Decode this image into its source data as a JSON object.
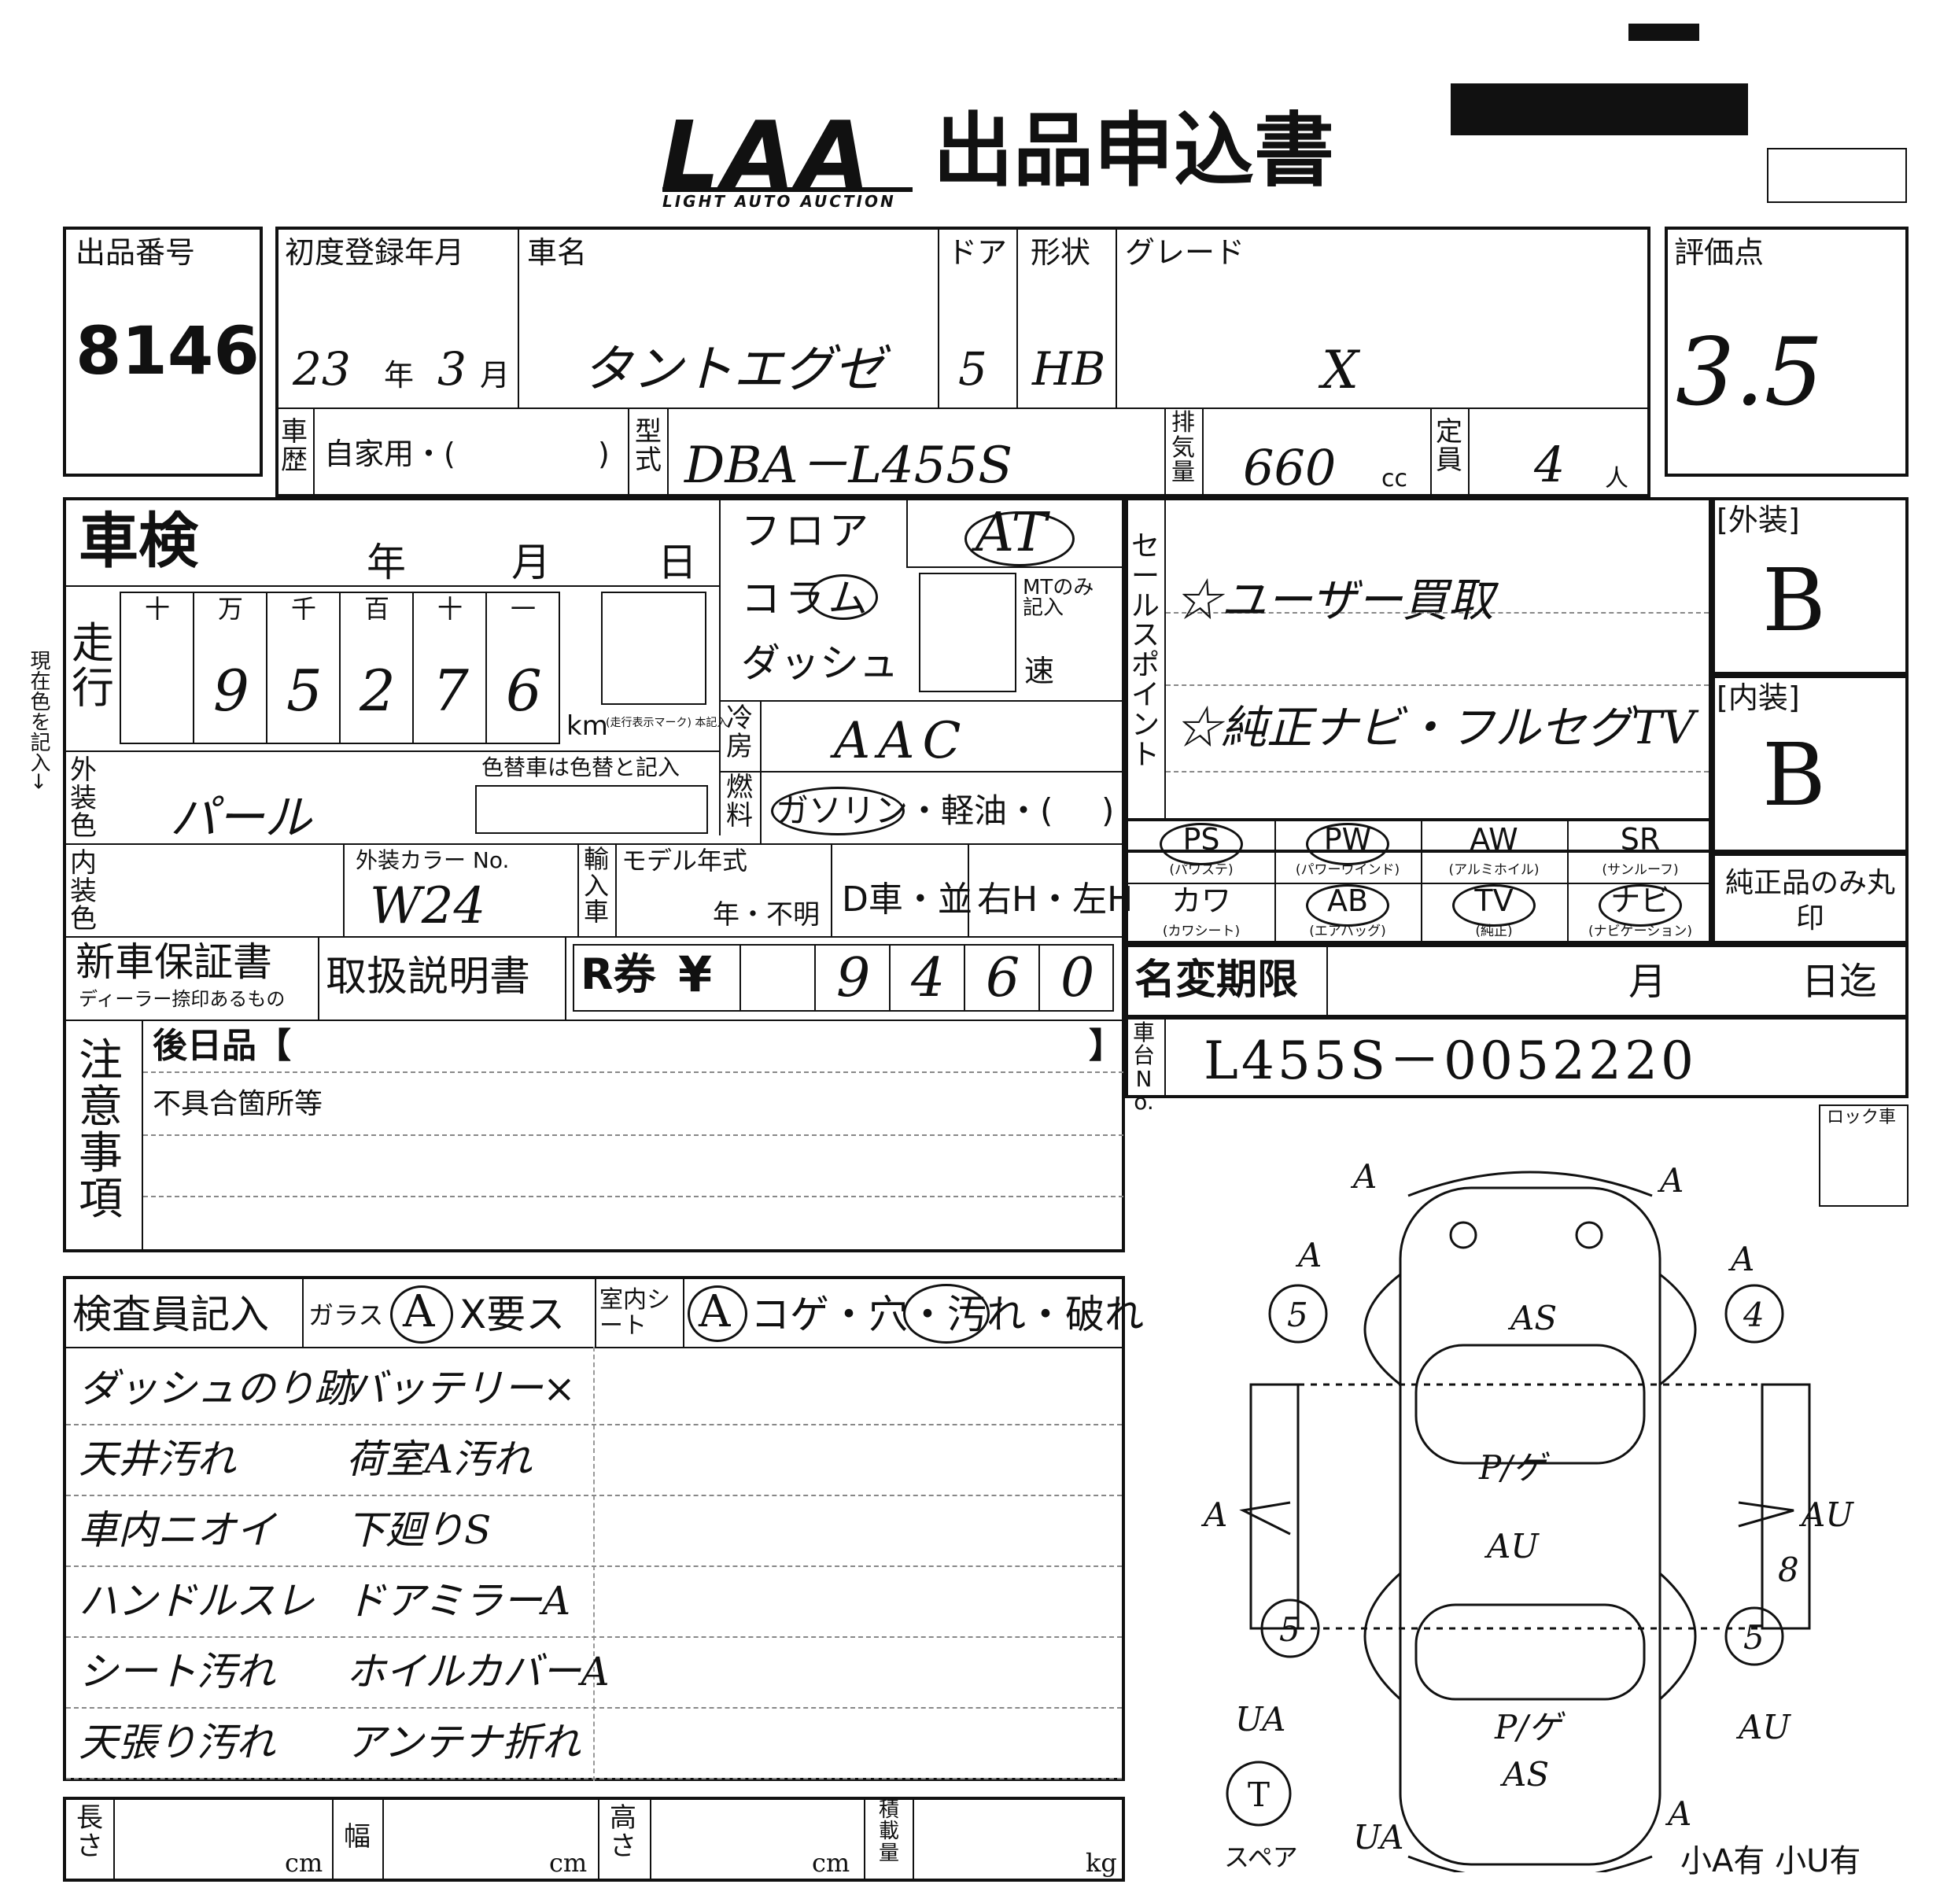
{
  "header": {
    "logo_text": "LAA",
    "logo_sub": "LIGHT AUTO AUCTION",
    "title": "出品申込書"
  },
  "lot": {
    "label": "出品番号",
    "value": "8146"
  },
  "registration": {
    "label": "初度登録年月",
    "year": "23",
    "year_unit": "年",
    "month": "3",
    "month_unit": "月"
  },
  "car_name": {
    "label": "車名",
    "value": "タントエグゼ"
  },
  "doors": {
    "label": "ドア",
    "value": "5"
  },
  "shape": {
    "label": "形状",
    "value": "HB"
  },
  "grade": {
    "label": "グレード",
    "value": "X"
  },
  "score": {
    "label": "評価点",
    "value": "3.5"
  },
  "history": {
    "label": "車歴",
    "value": "自家用・(",
    "close": ")"
  },
  "model": {
    "label": "型式",
    "value": "DBA－L455S"
  },
  "displacement": {
    "label": "排気量",
    "value": "660",
    "unit": "cc"
  },
  "capacity": {
    "label": "定員",
    "value": "4",
    "unit": "人"
  },
  "inspection": {
    "label": "車検",
    "year": "年",
    "month": "月",
    "day": "日"
  },
  "mileage": {
    "label": "走行",
    "digits_labels": [
      "十",
      "万",
      "千",
      "百",
      "十",
      "一"
    ],
    "digits": [
      "",
      "9",
      "5",
      "2",
      "7",
      "6"
    ],
    "unit": "km",
    "unit_note": "(走行表示マーク) 本記入",
    "side_note": "現在色を記入→"
  },
  "shift": {
    "floor": "フロア",
    "column": "コラム",
    "dash": "ダッシュ",
    "value": "AT",
    "mt_label": "MTのみ記入",
    "mt_speed": "速"
  },
  "aircon": {
    "label": "冷房",
    "value": "AAC"
  },
  "fuel": {
    "label": "燃料",
    "value": "ガソリン・軽油・(",
    "close": ")"
  },
  "exterior_color": {
    "label": "外装色",
    "value": "パール",
    "repaint_label": "色替車は色替と記入"
  },
  "color_no": {
    "label": "外装カラー No.",
    "value": "W24"
  },
  "interior_color": {
    "label": "内装色"
  },
  "import": {
    "label": "輸入車",
    "model_year": "モデル年式",
    "year_unknown": "年・不明",
    "dealer": "D車・並",
    "handle": "右H・左H"
  },
  "sales_point": {
    "label": "セールスポイント",
    "lines": [
      "☆ユーザー買取",
      "☆純正ナビ・フルセグTV"
    ]
  },
  "exterior_grade": {
    "label": "[外装]",
    "value": "B"
  },
  "interior_grade": {
    "label": "[内装]",
    "value": "B"
  },
  "equipment": [
    {
      "code": "PS",
      "sub": "(パワステ)"
    },
    {
      "code": "PW",
      "sub": "(パワーウインド)"
    },
    {
      "code": "AW",
      "sub": "(アルミホイル)"
    },
    {
      "code": "SR",
      "sub": "(サンルーフ)"
    },
    {
      "code": "カワ",
      "sub": "(カワシート)"
    },
    {
      "code": "AB",
      "sub": "(エアバッグ)"
    },
    {
      "code": "TV",
      "sub": "(純正)"
    },
    {
      "code": "ナビ",
      "sub": "(ナビゲーション)"
    }
  ],
  "genuine_note": "純正品のみ丸印",
  "docs": {
    "warranty": "新車保証書",
    "warranty_sub": "ディーラー捺印あるもの",
    "manual": "取扱説明書",
    "recycle": "R券",
    "yen": "¥",
    "recycle_digits": [
      "",
      "9",
      "4",
      "6",
      "0"
    ]
  },
  "name_change": {
    "label": "名変期限",
    "month": "月",
    "day": "日迄"
  },
  "chassis": {
    "label": "車台No.",
    "value": "L455S－0052220"
  },
  "notes": {
    "label": "注意事項",
    "later": "後日品【",
    "later_close": "】",
    "defects": "不具合箇所等"
  },
  "lock": {
    "label": "ロック車"
  },
  "inspector": {
    "label": "検査員記入",
    "glass": "ガラス",
    "glass_a": "A",
    "glass_x": "X要ス",
    "seat": "室内シート",
    "seat_a": "A",
    "seat_opts": "コゲ・穴・汚れ・破れ"
  },
  "inspector_notes": {
    "left": [
      "ダッシュのり跡",
      "天井汚れ",
      "車内ニオイ",
      "ハンドルスレ",
      "シート汚れ",
      "天張り汚れ"
    ],
    "right": [
      "バッテリー×",
      "荷室A汚れ",
      "下廻りS",
      "ドアミラーA",
      "ホイルカバーA",
      "アンテナ折れ"
    ]
  },
  "dimensions": {
    "length": "長さ",
    "width": "幅",
    "height": "高さ",
    "load": "積載量",
    "cm": "cm",
    "kg": "kg"
  },
  "diagram": {
    "marks": [
      "A",
      "A",
      "A",
      "A",
      "AS",
      "5",
      "4",
      "A",
      "AU",
      "P/ゲ",
      "AU",
      "5",
      "5",
      "8",
      "UA",
      "AU",
      "P/ゲ",
      "AS",
      "A",
      "UA"
    ],
    "spare": "スペア",
    "spare_mark": "T",
    "footer": "小A有 小U有"
  }
}
